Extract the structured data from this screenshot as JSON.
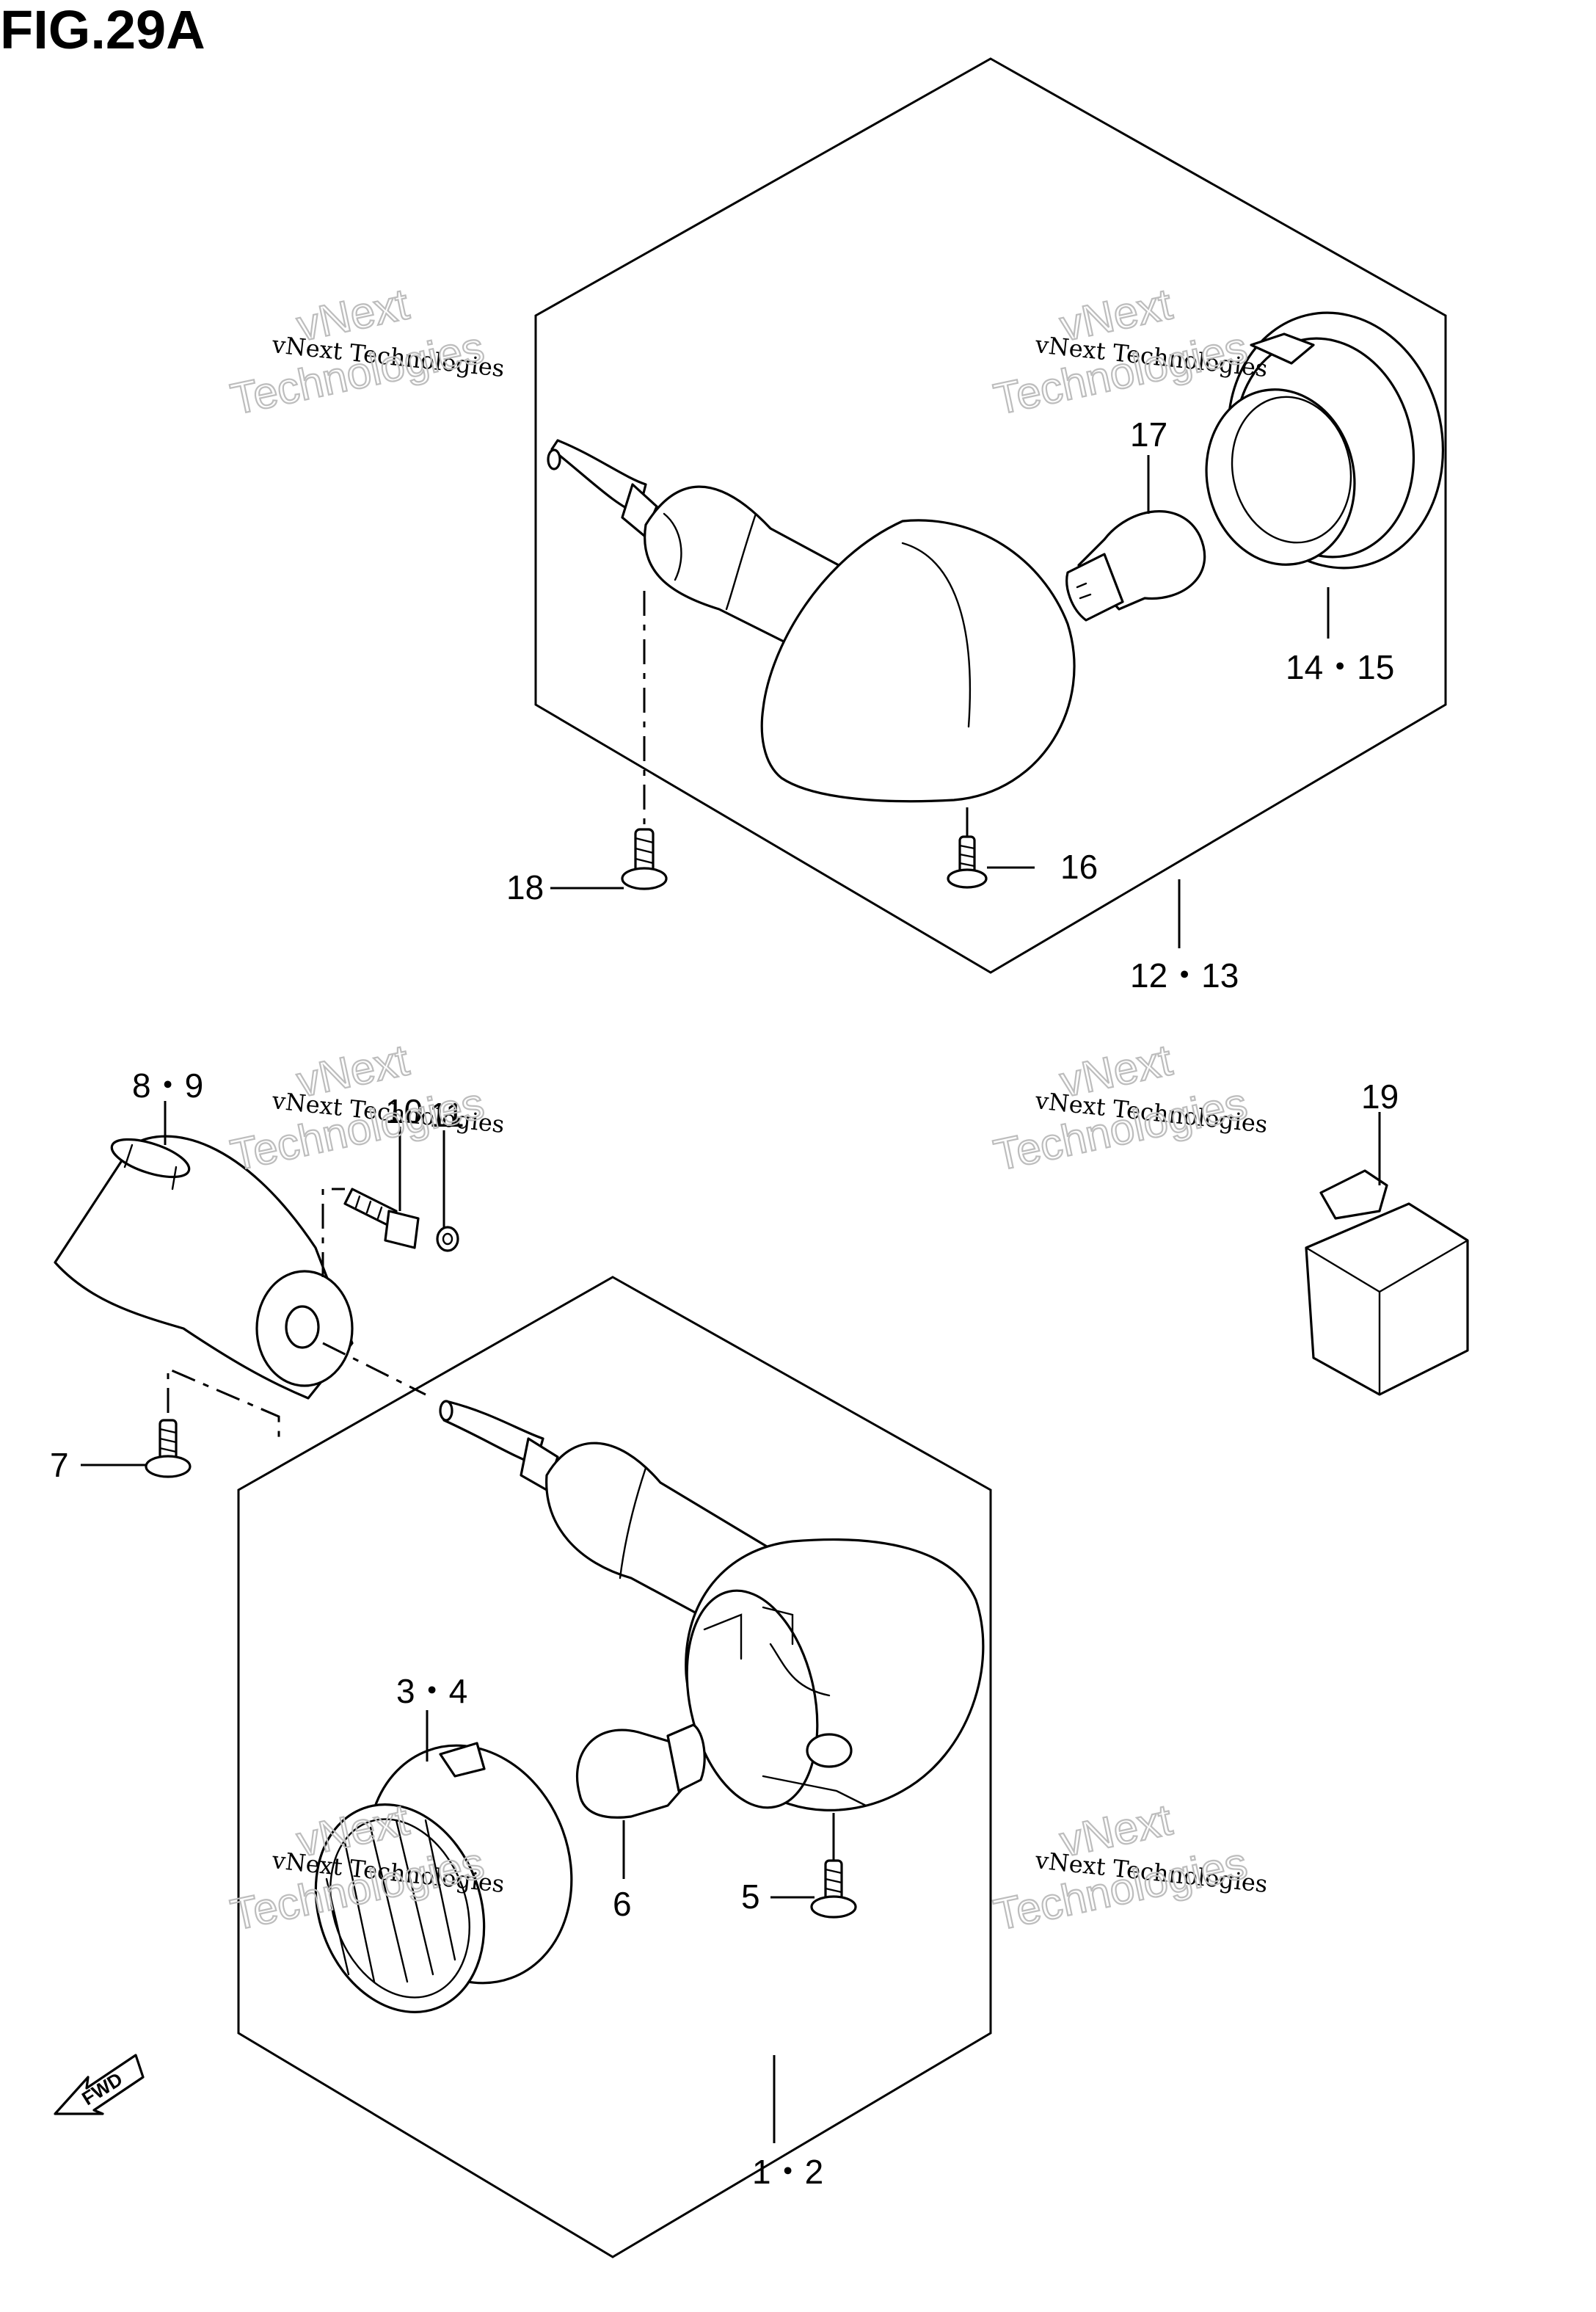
{
  "figure": {
    "title": "FIG.29A"
  },
  "callouts": {
    "c_1_2": "1・2",
    "c_3_4": "3・4",
    "c_5": "5",
    "c_6": "6",
    "c_7": "7",
    "c_8_9": "8・9",
    "c_10": "10",
    "c_11": "11",
    "c_12_13": "12・13",
    "c_14_15": "14・15",
    "c_16": "16",
    "c_17": "17",
    "c_18": "18",
    "c_19": "19"
  },
  "fwd_label": "FWD",
  "watermark": {
    "line1": "vNext Technologies",
    "line2": "vNext",
    "line3": "Technologies"
  }
}
